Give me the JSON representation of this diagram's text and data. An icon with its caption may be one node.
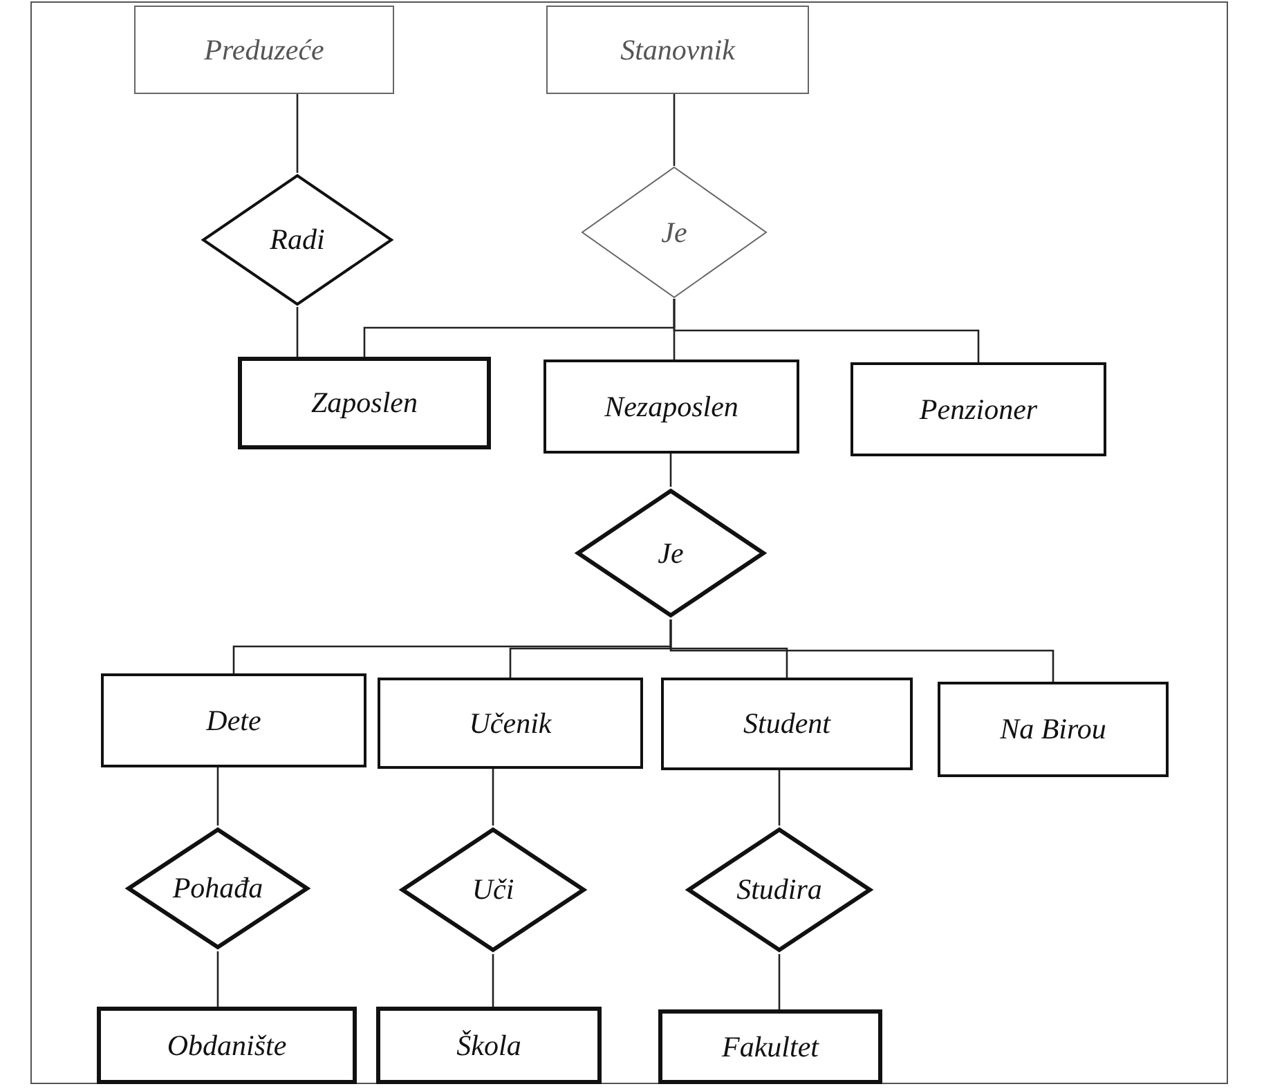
{
  "diagram": {
    "nodes": [
      {
        "text": [
          "Preduzeće"
        ]
      },
      {
        "text": [
          "Stanovnik"
        ]
      },
      {
        "text": [
          "Radi"
        ]
      },
      {
        "text": [
          "Je"
        ]
      },
      {
        "text": [
          "Zaposlen"
        ]
      },
      {
        "text": [
          "Nezaposlen"
        ]
      },
      {
        "text": [
          "Penzioner"
        ]
      },
      {
        "text": [
          "Je"
        ]
      },
      {
        "text": [
          "Dete"
        ]
      },
      {
        "text": [
          "Učenik"
        ]
      },
      {
        "text": [
          "Student"
        ]
      },
      {
        "text": [
          "Na Birou"
        ]
      },
      {
        "text": [
          "Pohađa"
        ]
      },
      {
        "text": [
          "Uči"
        ]
      },
      {
        "text": [
          "Studira"
        ]
      },
      {
        "text": [
          "Obdanište"
        ]
      },
      {
        "text": [
          "Škola"
        ]
      },
      {
        "text": [
          "Fakultet"
        ]
      }
    ],
    "edges": [
      {
        "from": 0,
        "to": 2,
        "arrow": "none"
      },
      {
        "from": 1,
        "to": 3,
        "arrow": "none"
      },
      {
        "from": 2,
        "to": 4,
        "arrow": "none"
      },
      {
        "from": 3,
        "to": 4,
        "arrow": "none"
      },
      {
        "from": 3,
        "to": 5,
        "arrow": "none"
      },
      {
        "from": 3,
        "to": 6,
        "arrow": "none"
      },
      {
        "from": 5,
        "to": 7,
        "arrow": "none"
      },
      {
        "from": 7,
        "to": 8,
        "arrow": "none"
      },
      {
        "from": 7,
        "to": 9,
        "arrow": "none"
      },
      {
        "from": 7,
        "to": 10,
        "arrow": "none"
      },
      {
        "from": 7,
        "to": 11,
        "arrow": "none"
      },
      {
        "from": 8,
        "to": 12,
        "arrow": "none"
      },
      {
        "from": 12,
        "to": 15,
        "arrow": "none"
      },
      {
        "from": 9,
        "to": 13,
        "arrow": "none"
      },
      {
        "from": 13,
        "to": 16,
        "arrow": "none"
      },
      {
        "from": 10,
        "to": 14,
        "arrow": "none"
      },
      {
        "from": 14,
        "to": 17,
        "arrow": "none"
      }
    ]
  }
}
